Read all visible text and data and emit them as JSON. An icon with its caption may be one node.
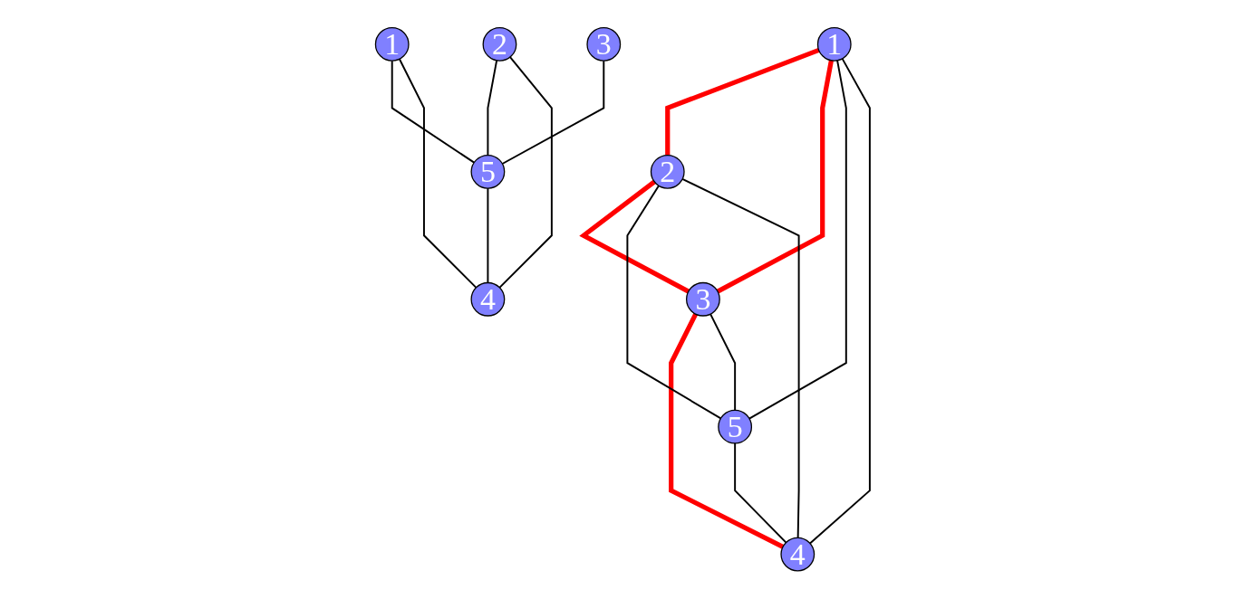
{
  "diagram": {
    "nodes": [
      {
        "text": [
          "2"
        ]
      },
      {
        "text": [
          "1"
        ]
      },
      {
        "text": [
          "3"
        ]
      },
      {
        "text": [
          "5"
        ]
      },
      {
        "text": [
          "4"
        ]
      },
      {
        "text": [
          "2"
        ]
      },
      {
        "text": [
          "1"
        ]
      },
      {
        "text": [
          "3"
        ]
      },
      {
        "text": [
          "5"
        ]
      },
      {
        "text": [
          "4"
        ]
      }
    ],
    "edges": [
      {
        "from": 1,
        "to": 0,
        "arrow": "none",
        "style": "thick",
        "color": "#ff0000"
      },
      {
        "from": 0,
        "to": 2,
        "arrow": "none",
        "style": "thick",
        "color": "#ff0000"
      },
      {
        "from": 1,
        "to": 2,
        "arrow": "none",
        "style": "thick",
        "color": "#ff0000"
      },
      {
        "from": 2,
        "to": 4,
        "arrow": "none",
        "style": "thick",
        "color": "#ff0000"
      },
      {
        "from": 1,
        "to": 3,
        "arrow": "none"
      },
      {
        "from": 1,
        "to": 4,
        "arrow": "none"
      },
      {
        "from": 0,
        "to": 3,
        "arrow": "none"
      },
      {
        "from": 0,
        "to": 4,
        "arrow": "none"
      },
      {
        "from": 2,
        "to": 3,
        "arrow": "none"
      },
      {
        "from": 3,
        "to": 4,
        "arrow": "none"
      },
      {
        "from": 6,
        "to": 8,
        "arrow": "none"
      },
      {
        "from": 6,
        "to": 9,
        "arrow": "none"
      },
      {
        "from": 5,
        "to": 8,
        "arrow": "none"
      },
      {
        "from": 5,
        "to": 9,
        "arrow": "none"
      },
      {
        "from": 7,
        "to": 8,
        "arrow": "none"
      },
      {
        "from": 8,
        "to": 9,
        "arrow": "none"
      }
    ]
  }
}
